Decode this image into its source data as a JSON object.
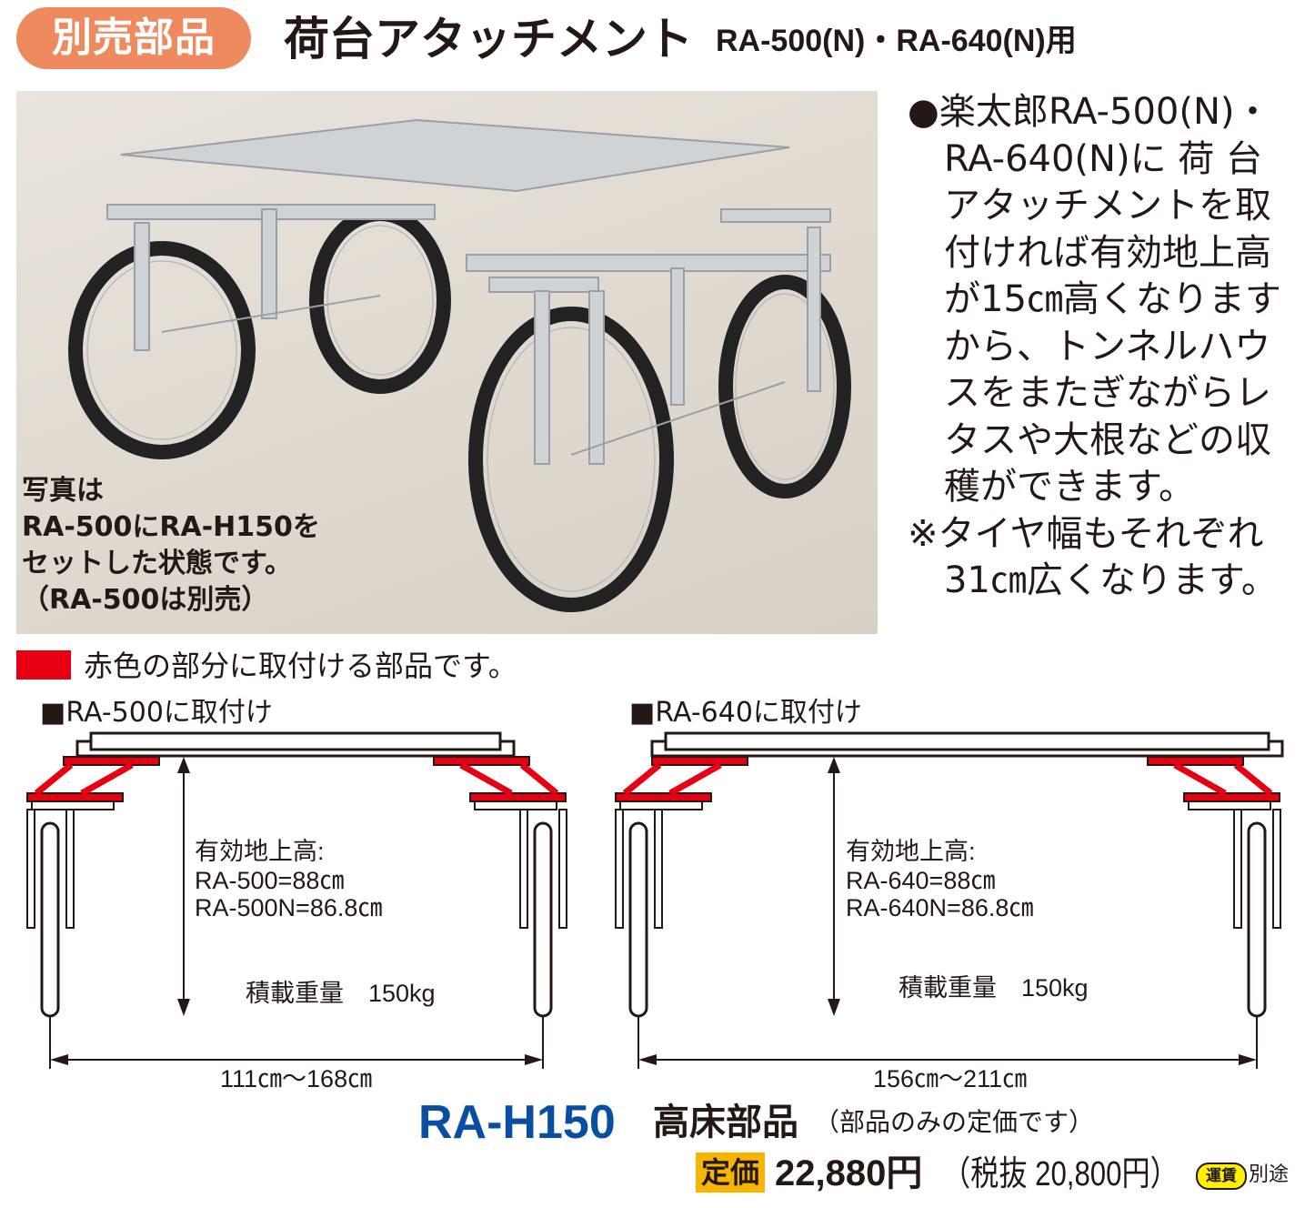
{
  "header": {
    "badge": "別売部品",
    "title": "荷台アタッチメント",
    "subtitle": "RA-500(N)・RA-640(N)用"
  },
  "photo": {
    "caption_lines": [
      "写真は",
      "RA-500にRA-H150を",
      "セットした状態です。",
      "（RA-500は別売）"
    ]
  },
  "description": {
    "lines": [
      "●楽太郎RA-500(N)・",
      "　RA-640(N)に 荷 台",
      "　アタッチメントを取",
      "　付ければ有効地上高",
      "　が15㎝高くなります",
      "　から、トンネルハウ",
      "　スをまたぎながらレ",
      "　タスや大根などの収",
      "　穫ができます。",
      "※タイヤ幅もそれぞれ",
      "　31㎝広くなります。"
    ]
  },
  "legend": {
    "text": "赤色の部分に取付ける部品です。",
    "color": "#e60012"
  },
  "diagrams": [
    {
      "title": "■RA-500に取付け",
      "height_label": "有効地上高:",
      "height_values": [
        "RA-500=88㎝",
        "RA-500N=86.8㎝"
      ],
      "load": "積載重量　150kg",
      "width": "111㎝〜168㎝"
    },
    {
      "title": "■RA-640に取付け",
      "height_label": "有効地上高:",
      "height_values": [
        "RA-640=88㎝",
        "RA-640N=86.8㎝"
      ],
      "load": "積載重量　150kg",
      "width": "156㎝〜211㎝"
    }
  ],
  "product": {
    "model": "RA-H150",
    "name": "高床部品",
    "note": "（部品のみの定価です）",
    "price_label": "定価",
    "price": "22,880円",
    "price_tax": "（税抜 20,800円）",
    "freight_badge": "運賃",
    "freight_text": "別途",
    "model_color": "#0a4ea2",
    "price_label_color": "#f7b500"
  }
}
